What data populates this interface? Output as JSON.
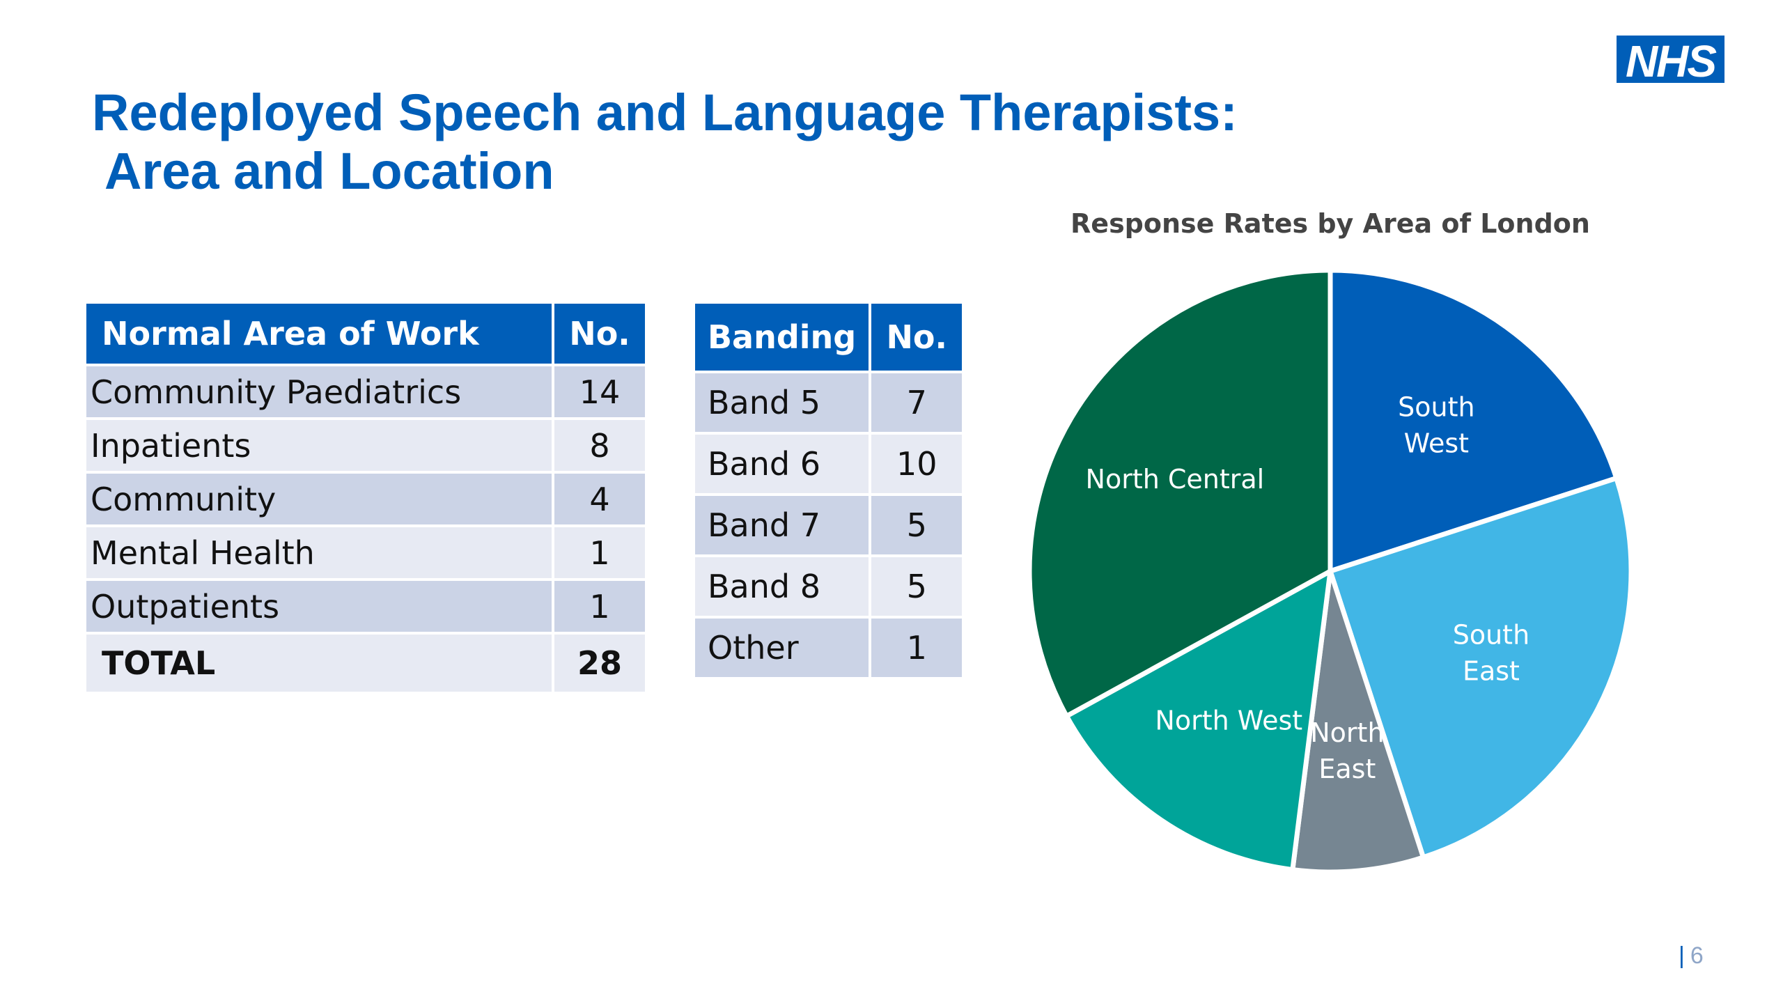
{
  "logo": {
    "text": "NHS",
    "color": "#005EB8"
  },
  "title": {
    "line1": "Redeployed Speech and Language Therapists:",
    "line2": "Area and Location",
    "color": "#005EB8"
  },
  "area_table": {
    "headers": [
      "Normal Area of Work",
      "No."
    ],
    "rows": [
      {
        "label": "Community Paediatrics",
        "value": "14"
      },
      {
        "label": "Inpatients",
        "value": "8"
      },
      {
        "label": "Community",
        "value": "4"
      },
      {
        "label": "Mental Health",
        "value": "1"
      },
      {
        "label": "Outpatients",
        "value": "1"
      }
    ],
    "total": {
      "label": "TOTAL",
      "value": "28"
    }
  },
  "band_table": {
    "headers": [
      "Banding",
      "No."
    ],
    "rows": [
      {
        "label": "Band 5",
        "value": "7"
      },
      {
        "label": "Band 6",
        "value": "10"
      },
      {
        "label": "Band 7",
        "value": "5"
      },
      {
        "label": "Band 8",
        "value": "5"
      },
      {
        "label": "Other",
        "value": "1"
      }
    ]
  },
  "chart_data": {
    "type": "pie",
    "title": "Response Rates by Area of London",
    "slices": [
      {
        "label": "South West",
        "label_lines": [
          "South",
          "West"
        ],
        "value": 20,
        "color": "#005EB8"
      },
      {
        "label": "South East",
        "label_lines": [
          "South",
          "East"
        ],
        "value": 25,
        "color": "#41B6E6"
      },
      {
        "label": "North East",
        "label_lines": [
          "North",
          "East"
        ],
        "value": 7,
        "color": "#768692"
      },
      {
        "label": "North West",
        "label_lines": [
          "North West"
        ],
        "value": 15,
        "color": "#00A499"
      },
      {
        "label": "North Central",
        "label_lines": [
          "North Central"
        ],
        "value": 33,
        "color": "#006747"
      }
    ],
    "start": "12 o'clock",
    "direction": "clockwise",
    "legend": "none",
    "data_labels": "inside"
  },
  "page_number": "6"
}
